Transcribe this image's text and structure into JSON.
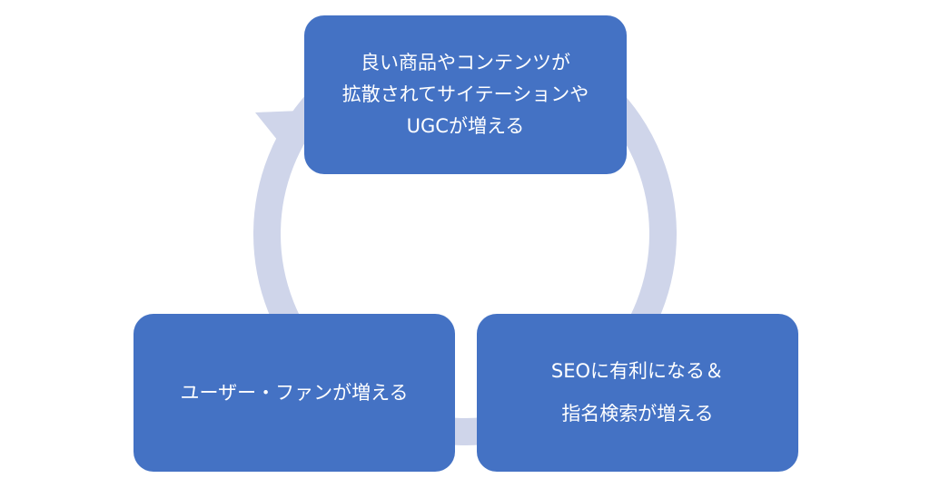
{
  "colors": {
    "box_fill": "#4472c4",
    "text": "#ffffff",
    "cycle_arrow": "#cfd5ea"
  },
  "diagram": {
    "type": "cycle",
    "direction": "clockwise",
    "nodes": [
      {
        "id": "top",
        "lines": [
          "良い商品やコンテンツが",
          "拡散されてサイテーションや",
          "UGCが増える"
        ]
      },
      {
        "id": "right",
        "lines": [
          "SEOに有利になる＆",
          "指名検索が増える"
        ]
      },
      {
        "id": "left",
        "lines": [
          "ユーザー・ファンが増える"
        ]
      }
    ]
  }
}
